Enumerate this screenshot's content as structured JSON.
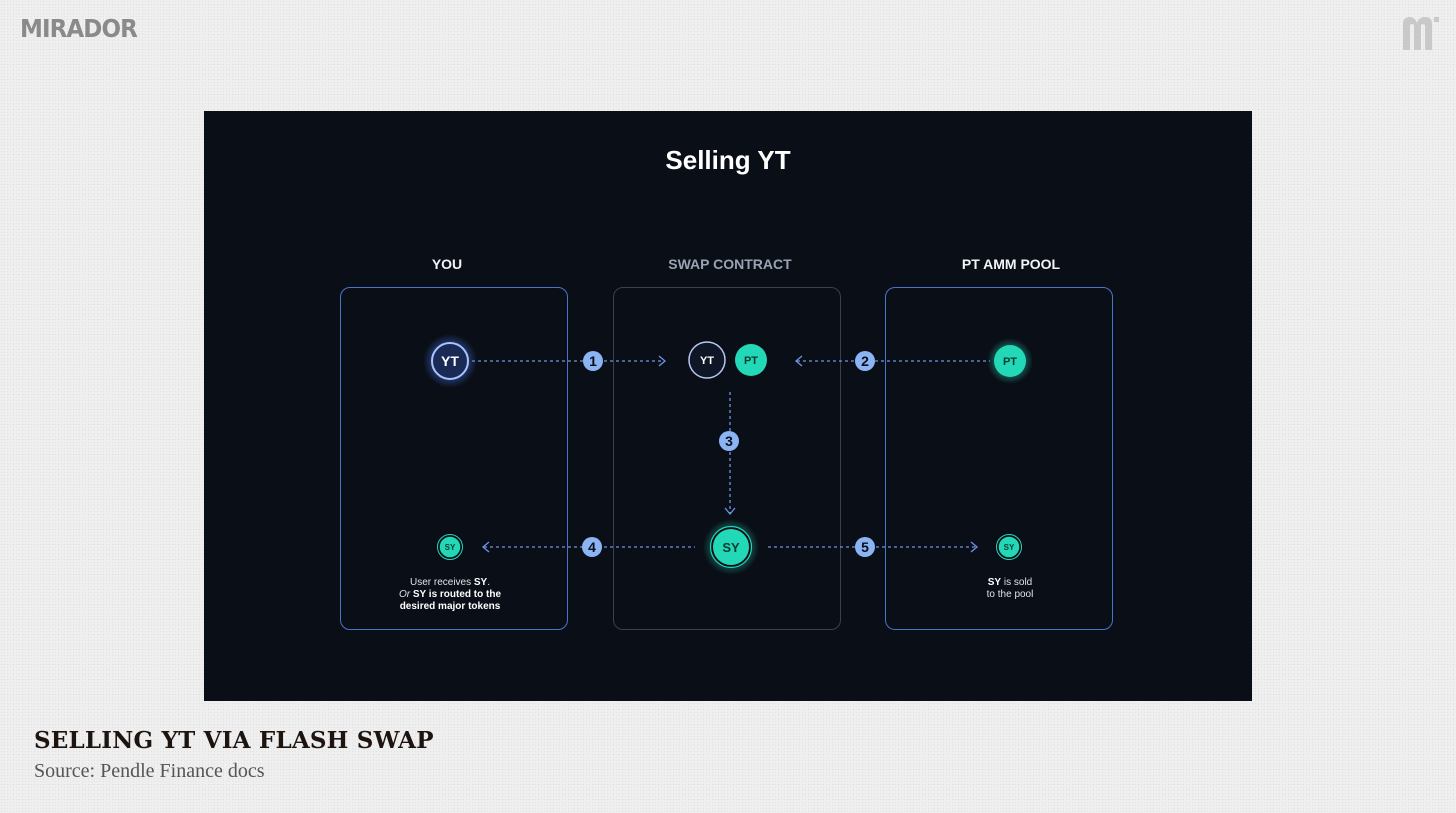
{
  "brand": {
    "wordmark": "MIRADOR",
    "logo_icon": "mirador-m-icon"
  },
  "diagram": {
    "title": "Selling YT",
    "columns": {
      "you": "YOU",
      "swap_contract": "SWAP CONTRACT",
      "pool": "PT AMM POOL"
    },
    "tokens": {
      "yt": "YT",
      "pt": "PT",
      "sy": "SY"
    },
    "steps": [
      "1",
      "2",
      "3",
      "4",
      "5"
    ],
    "notes": {
      "you_line1_pre": "User receives ",
      "you_line1_bold": "SY",
      "you_line1_post": ".",
      "you_line2_italic": "Or ",
      "you_line2_bold": "SY is routed to the",
      "you_line3_bold": "desired major tokens",
      "pool_line1_bold": "SY",
      "pool_line1_post": " is sold",
      "pool_line2": "to the pool"
    },
    "colors": {
      "background": "#0a0e17",
      "box_border_blue": "#4a74c9",
      "box_border_grey": "#3a4050",
      "teal": "#22d8b6",
      "step_badge": "#8bb4f5",
      "dashed_line": "#6c95e0"
    }
  },
  "caption": {
    "title": "SELLING YT VIA FLASH SWAP",
    "source": "Source: Pendle Finance docs"
  }
}
